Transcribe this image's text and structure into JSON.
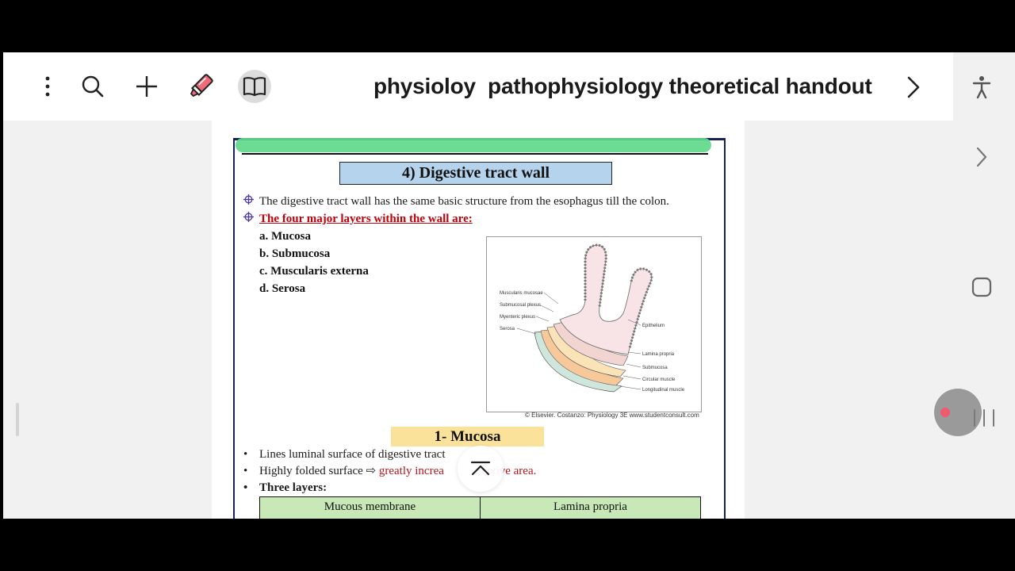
{
  "toolbar": {
    "icons": [
      "more-vertical-icon",
      "search-icon",
      "add-icon",
      "highlighter-icon",
      "reading-mode-icon"
    ],
    "title": "physioloy  pathophysiology theoretical handout"
  },
  "side_panel": {
    "icons": [
      "accessibility-icon",
      "chevron-right-icon",
      "home-square-icon",
      "recent-apps-icon"
    ]
  },
  "document": {
    "section_title": "4)    Digestive tract wall",
    "bullets": [
      "The digestive tract wall has the same basic structure from the esophagus till the colon.",
      "The four major layers within the wall are:"
    ],
    "layers": [
      "a.  Mucosa",
      "b.  Submucosa",
      "c.  Muscularis externa",
      "d.  Serosa"
    ],
    "figure": {
      "left_labels": [
        "Muscularis mucosae",
        "Submucosal plexus",
        "Myenteric plexus",
        "Serosa"
      ],
      "right_labels": [
        "Epithelium",
        "Lamina propria",
        "Submucosa",
        "Circular muscle",
        "Longitudinal muscle"
      ],
      "caption": "© Elsevier. Costanzo: Physiology 3E www.studentconsult.com"
    },
    "subsection_title": "1- Mucosa",
    "mucosa_points": [
      {
        "bullet": "•",
        "text": "Lines luminal surface of digestive tract"
      },
      {
        "bullet": "•",
        "text": "Highly folded surface ⇨ ",
        "red": "greatly increa",
        "red_tail": "ptive area."
      },
      {
        "bullet": "•",
        "text": "Three layers:"
      }
    ],
    "table_headers": [
      "Mucous membrane",
      "Lamina propria"
    ]
  },
  "colors": {
    "header_fill": "#b5d3ec",
    "subhead_fill": "#fbe29a",
    "table_fill": "#c9e8b7",
    "highlight": "#5fd98a",
    "accent_red": "#c0000b"
  }
}
